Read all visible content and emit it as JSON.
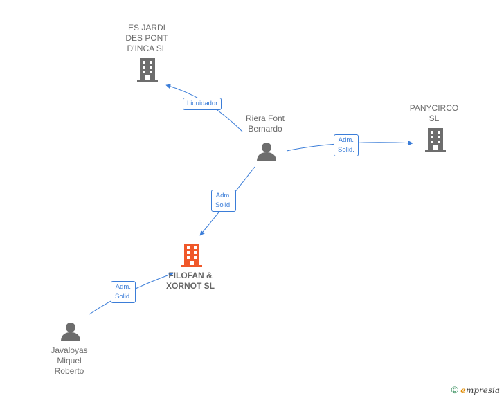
{
  "nodes": {
    "es_jardi": {
      "label": "ES JARDI\nDES PONT\nD'INCA SL",
      "kind": "company"
    },
    "panycirco": {
      "label": "PANYCIRCO\nSL",
      "kind": "company"
    },
    "filofan": {
      "label": "FILOFAN &\nXORNOT  SL",
      "kind": "company-main"
    },
    "riera": {
      "label": "Riera Font\nBernardo",
      "kind": "person"
    },
    "javaloyas": {
      "label": "Javaloyas\nMiquel\nRoberto",
      "kind": "person"
    }
  },
  "edges": [
    {
      "from": "riera",
      "to": "es_jardi",
      "label": "Liquidador"
    },
    {
      "from": "riera",
      "to": "panycirco",
      "label": "Adm.\nSolid."
    },
    {
      "from": "riera",
      "to": "filofan",
      "label": "Adm.\nSolid."
    },
    {
      "from": "javaloyas",
      "to": "filofan",
      "label": "Adm.\nSolid."
    }
  ],
  "colors": {
    "edge": "#3b7dd8",
    "company": "#6d6d6d",
    "company_main": "#f0582a",
    "person": "#6d6d6d"
  },
  "icons": {
    "company": "building-icon",
    "person": "person-icon"
  },
  "footer": {
    "symbol": "©",
    "brand_initial": "e",
    "brand_rest": "mpresia"
  }
}
